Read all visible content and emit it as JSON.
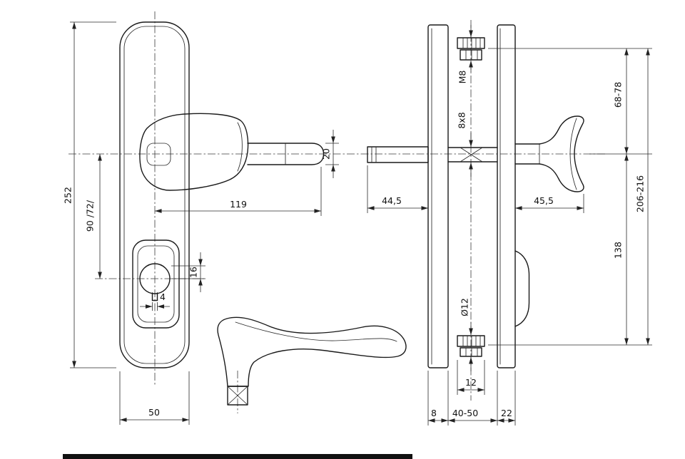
{
  "dims": {
    "plate_height": "252",
    "handle_cyl_centers": "90 /72/",
    "lever_length": "119",
    "lever_width": "20",
    "cyl_dim": "16",
    "slot_width": "4",
    "plate_width": "50",
    "spindle_len": "44,5",
    "thread": "M8",
    "square": "8x8",
    "neck_len": "45,5",
    "screw_dia": "Ø12",
    "screw_len": "12",
    "plate_thk": "8",
    "door_thk": "40-50",
    "rose_thk": "22",
    "top_center": "68-78",
    "total_len": "206-216",
    "bottom_center": "138"
  }
}
